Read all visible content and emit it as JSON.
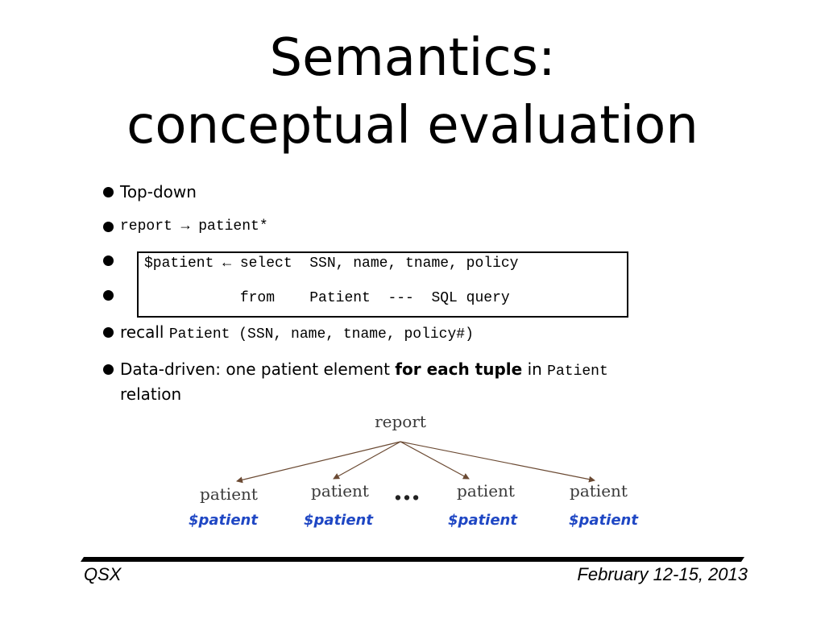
{
  "slide": {
    "title_line1": "Semantics:",
    "title_line2": "conceptual evaluation"
  },
  "bullets": {
    "b1": "Top-down",
    "b2": "report → patient*",
    "b5_word": "recall",
    "b5_code": "Patient (SSN,  name, tname,  policy#)",
    "b6_part1": "Data-driven: one patient element ",
    "b6_bold": "for each tuple",
    "b6_part2": " in ",
    "b6_code": "Patient",
    "b6_part3": "relation"
  },
  "code_box": {
    "line1": "$patient ← select  SSN, name, tname, policy",
    "line2": "           from    Patient  ---  SQL query"
  },
  "tree": {
    "root": "report",
    "children": [
      "patient",
      "patient",
      "patient",
      "patient"
    ],
    "vars": [
      "$patient",
      "$patient",
      "$patient",
      "$patient"
    ],
    "ellipsis": "…",
    "edge_color": "#6b4a33",
    "var_color": "#1f47c4"
  },
  "footer": {
    "left": "QSX",
    "right": "February 12-15, 2013"
  }
}
